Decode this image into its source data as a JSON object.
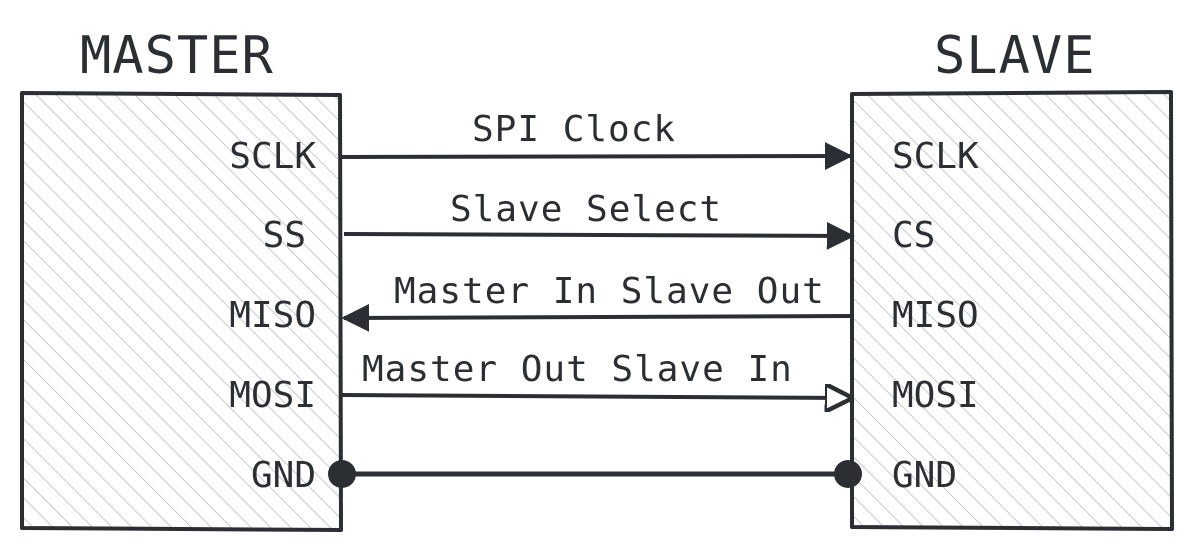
{
  "master": {
    "title": "MASTER",
    "pins": [
      "SCLK",
      "SS",
      "MISO",
      "MOSI",
      "GND"
    ]
  },
  "slave": {
    "title": "SLAVE",
    "pins": [
      "SCLK",
      "CS",
      "MISO",
      "MOSI",
      "GND"
    ]
  },
  "signals": [
    {
      "label": "SPI Clock",
      "direction": "master-to-slave",
      "end": "filled-arrow"
    },
    {
      "label": "Slave Select",
      "direction": "master-to-slave",
      "end": "filled-arrow"
    },
    {
      "label": "Master In Slave Out",
      "direction": "slave-to-master",
      "end": "filled-arrow"
    },
    {
      "label": "Master Out Slave In",
      "direction": "master-to-slave",
      "end": "open-arrow"
    },
    {
      "label": "",
      "direction": "both",
      "end": "dots"
    }
  ],
  "colors": {
    "stroke": "#2b2f33",
    "hatch": "#c5cad0",
    "background": "#ffffff"
  }
}
